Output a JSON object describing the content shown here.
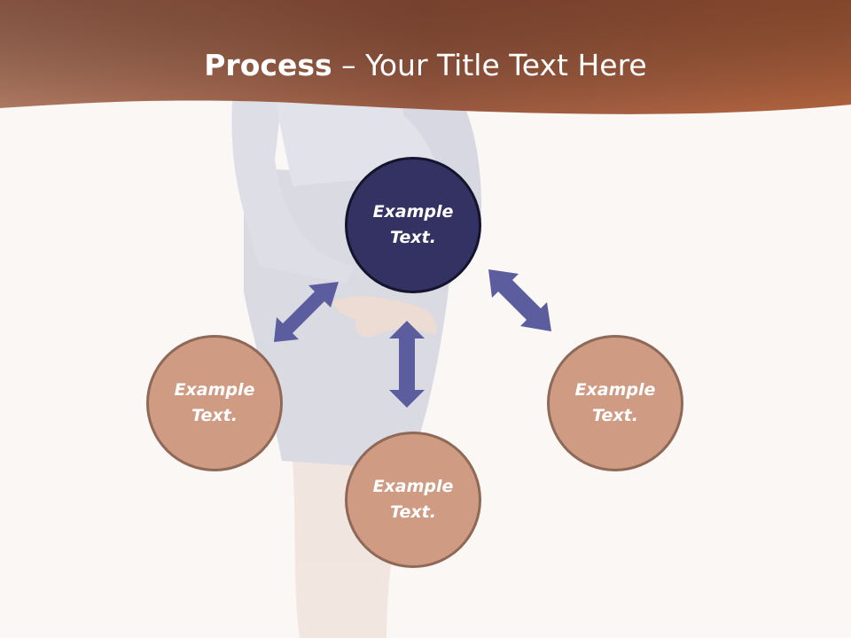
{
  "title": {
    "bold": "Process",
    "dash": " – ",
    "rest": "Your Title Text Here"
  },
  "nodes": {
    "center": "Example\nText.",
    "left": "Example\nText.",
    "bottom": "Example\nText.",
    "right": "Example\nText."
  },
  "colors": {
    "banner": "#a86347",
    "center_fill": "#343263",
    "outer_fill": "#cf9b83",
    "arrow": "#5b5d9e"
  }
}
